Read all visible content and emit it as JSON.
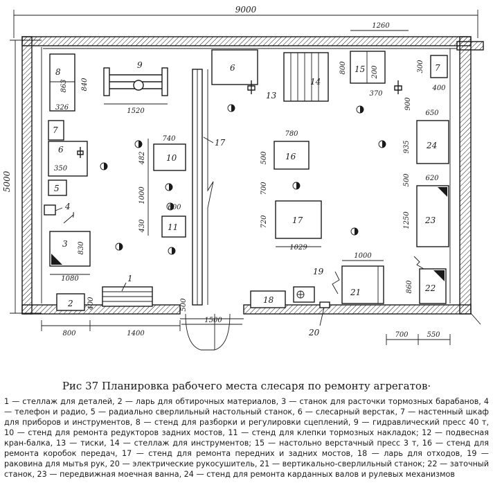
{
  "labels": {
    "n1": "1",
    "n2": "2",
    "n3": "3",
    "n4": "4",
    "n5": "5",
    "n6a": "6",
    "n6b": "6",
    "n7a": "7",
    "n7b": "7",
    "n8": "8",
    "n9": "9",
    "n10": "10",
    "n11": "11",
    "n13": "13",
    "n14": "14",
    "n15": "15",
    "n16": "16",
    "n17a": "17",
    "n17b": "17",
    "n18": "18",
    "n19": "19",
    "n20": "20",
    "n21": "21",
    "n22": "22",
    "n23": "23",
    "n24": "24"
  },
  "dimensions": {
    "total_width": "9000",
    "total_depth": "5000",
    "d1260": "1260",
    "d863": "863",
    "d326": "326",
    "d840": "840",
    "d1520": "1520",
    "d800a": "800",
    "d200": "200",
    "d370": "370",
    "d300": "300",
    "d400a": "400",
    "d900": "900",
    "d650": "650",
    "d740": "740",
    "d482": "482",
    "d350": "350",
    "d780": "780",
    "d500a": "500",
    "d935": "935",
    "d700a": "700",
    "d500b": "500",
    "d620": "620",
    "d1000": "1000",
    "d600": "600",
    "d720": "720",
    "d1250": "1250",
    "d430": "430",
    "d1029": "1029",
    "d830": "830",
    "d1080": "1080",
    "d1000b": "1000",
    "d860": "860",
    "d400b": "400",
    "d500c": "500",
    "d800b": "800",
    "d1400": "1400",
    "d1500": "1500",
    "d700b": "700",
    "d550": "550"
  },
  "caption": {
    "title": "Рис 37 Планировка рабочего места слесаря по ремонту агрегатов·",
    "body": "1 — стеллаж для деталей, 2 — ларь для обтирочных материалов, 3 — станок для расточки тормозных барабанов, 4 — телефон и радио, 5 — радиально сверлильный настольный станок, 6 — слесарный верстак, 7 — настенный шкаф для приборов и инструментов, 8 — стенд для разборки и регулировки сцеплений, 9 — гидравлический пресс 40 т, 10 — стенд для ремонта редукторов задних мостов, 11 — стенд для клепки тормозных накладок; 12 — подвесная кран-балка, 13 — тиски, 14 — стеллаж для инструментов; 15 — настольно верстачный пресс 3 т, 16 — стенд для ремонта коробок передач, 17 — стенд для ремонта передних и задних мостов, 18 — ларь для отходов, 19 — раковина для мытья рук, 20 — электрические рукосушитель, 21 — вертикально-сверлильный станок; 22 — заточный станок, 23 — передвижная моечная ванна, 24 — стенд для ремонта карданных валов и рулевых механизмов"
  }
}
